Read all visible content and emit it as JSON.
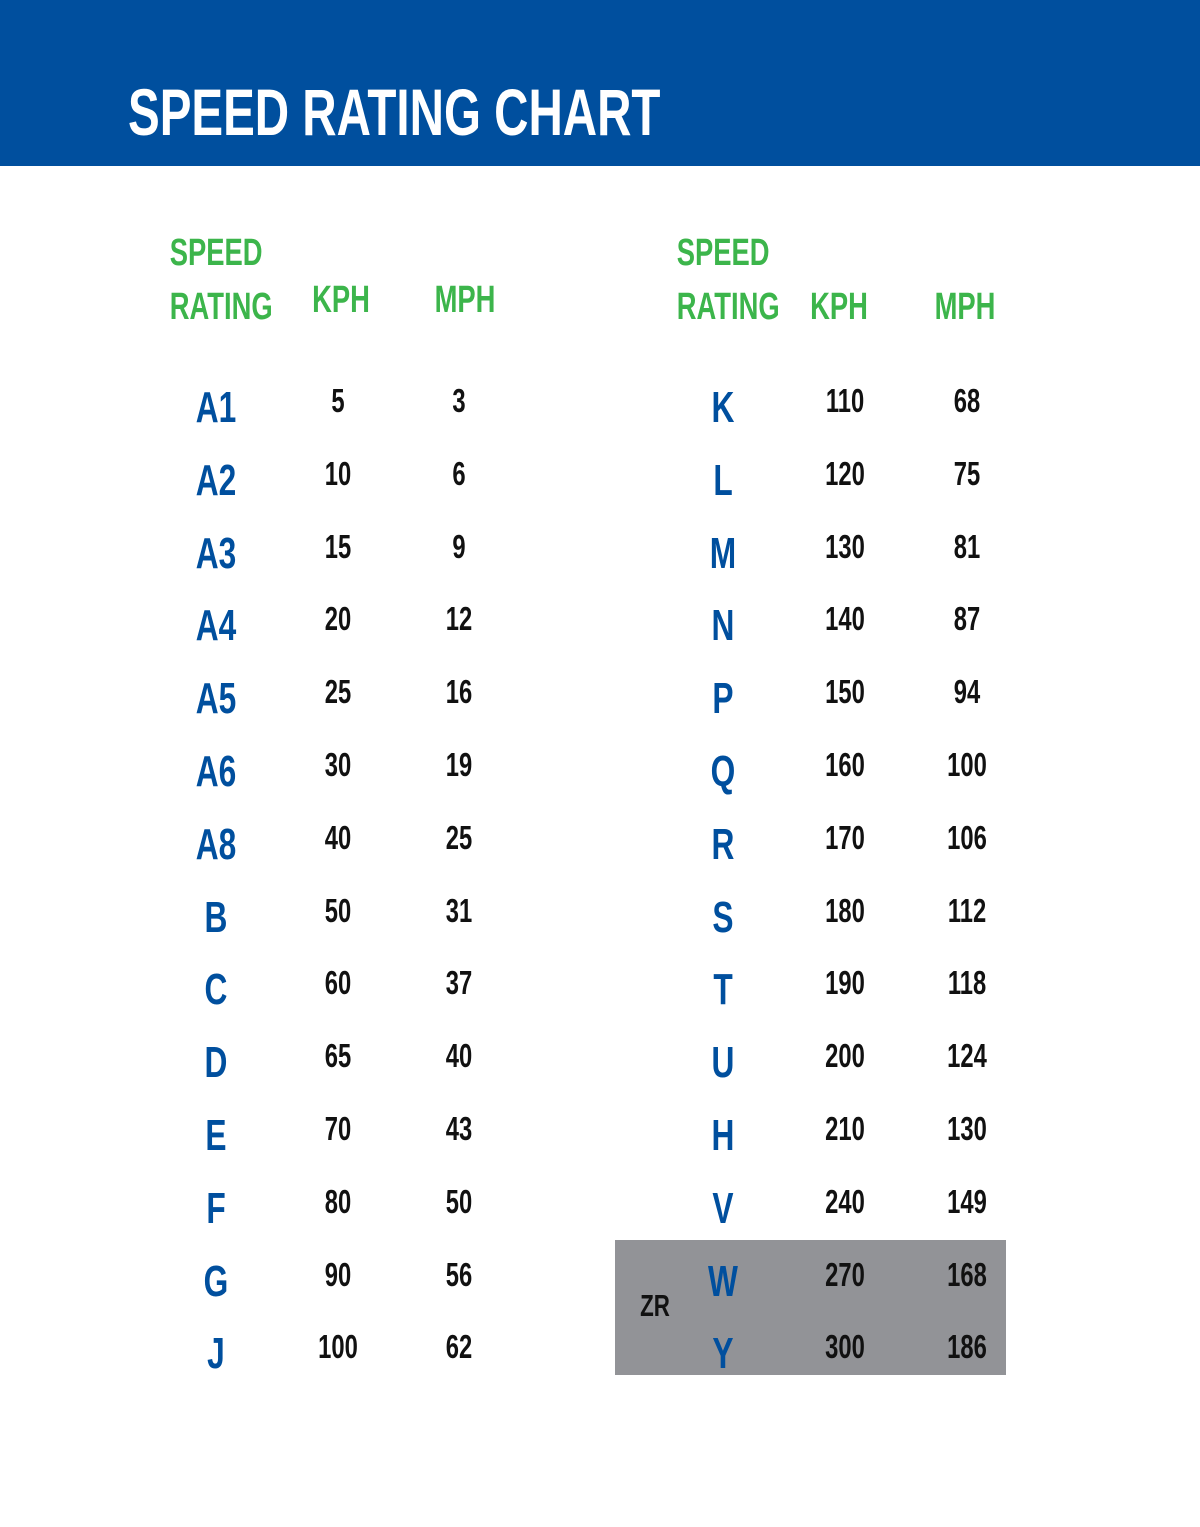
{
  "title": "SPEED RATING CHART",
  "headers": {
    "speed_line1": "SPEED",
    "speed_line2": "RATING",
    "kph": "KPH",
    "mph": "MPH"
  },
  "zr_label": "ZR",
  "colors": {
    "banner": "#004f9e",
    "header_text": "#3cb54b",
    "rating_text": "#004f9e",
    "value_text": "#111111",
    "zr_highlight": "#929397"
  },
  "left_rows": [
    {
      "rating": "A1",
      "kph": "5",
      "mph": "3"
    },
    {
      "rating": "A2",
      "kph": "10",
      "mph": "6"
    },
    {
      "rating": "A3",
      "kph": "15",
      "mph": "9"
    },
    {
      "rating": "A4",
      "kph": "20",
      "mph": "12"
    },
    {
      "rating": "A5",
      "kph": "25",
      "mph": "16"
    },
    {
      "rating": "A6",
      "kph": "30",
      "mph": "19"
    },
    {
      "rating": "A8",
      "kph": "40",
      "mph": "25"
    },
    {
      "rating": "B",
      "kph": "50",
      "mph": "31"
    },
    {
      "rating": "C",
      "kph": "60",
      "mph": "37"
    },
    {
      "rating": "D",
      "kph": "65",
      "mph": "40"
    },
    {
      "rating": "E",
      "kph": "70",
      "mph": "43"
    },
    {
      "rating": "F",
      "kph": "80",
      "mph": "50"
    },
    {
      "rating": "G",
      "kph": "90",
      "mph": "56"
    },
    {
      "rating": "J",
      "kph": "100",
      "mph": "62"
    }
  ],
  "right_rows": [
    {
      "rating": "K",
      "kph": "110",
      "mph": "68"
    },
    {
      "rating": "L",
      "kph": "120",
      "mph": "75"
    },
    {
      "rating": "M",
      "kph": "130",
      "mph": "81"
    },
    {
      "rating": "N",
      "kph": "140",
      "mph": "87"
    },
    {
      "rating": "P",
      "kph": "150",
      "mph": "94"
    },
    {
      "rating": "Q",
      "kph": "160",
      "mph": "100"
    },
    {
      "rating": "R",
      "kph": "170",
      "mph": "106"
    },
    {
      "rating": "S",
      "kph": "180",
      "mph": "112"
    },
    {
      "rating": "T",
      "kph": "190",
      "mph": "118"
    },
    {
      "rating": "U",
      "kph": "200",
      "mph": "124"
    },
    {
      "rating": "H",
      "kph": "210",
      "mph": "130"
    },
    {
      "rating": "V",
      "kph": "240",
      "mph": "149"
    },
    {
      "rating": "W",
      "kph": "270",
      "mph": "168",
      "zr": true
    },
    {
      "rating": "Y",
      "kph": "300",
      "mph": "186",
      "zr": true
    }
  ]
}
